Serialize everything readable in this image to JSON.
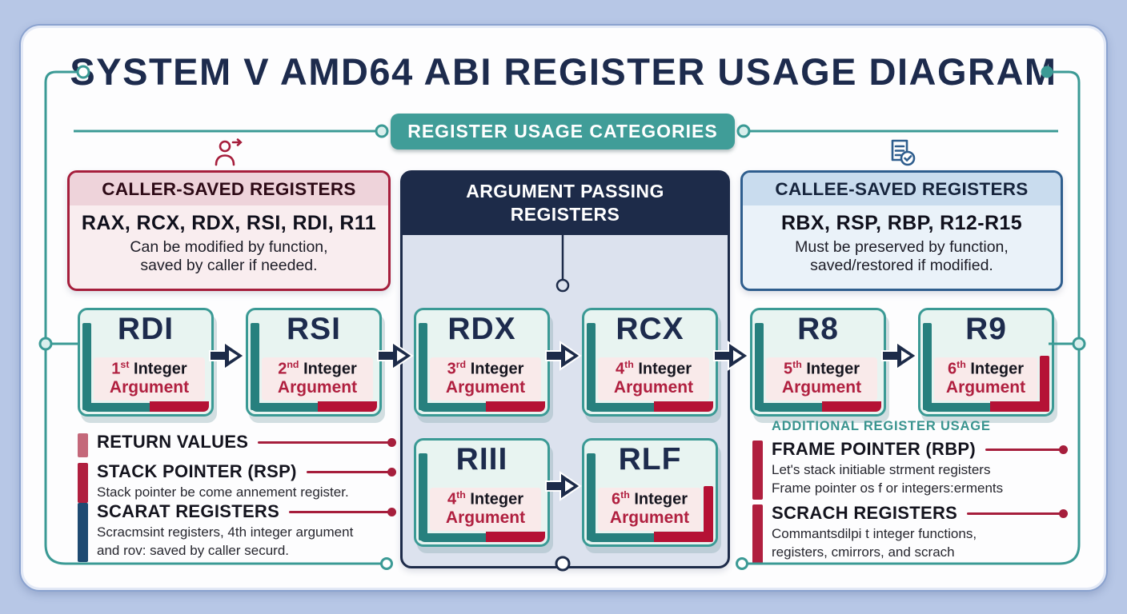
{
  "title": "SYSTEM V AMD64 ABI REGISTER USAGE DIAGRAM",
  "banner": "REGISTER USAGE CATEGORIES",
  "colors": {
    "background": "#b7c7e6",
    "teal": "#3b9a95",
    "teal_dark": "#27807e",
    "navy": "#1d2b49",
    "crimson": "#b01f3f",
    "crimson_dark": "#a61e3c",
    "rose": "#c4687a",
    "steel_blue": "#2f5e8e"
  },
  "icons": {
    "caller_icon": "person-arrow-icon",
    "callee_icon": "document-check-icon"
  },
  "boxes": {
    "caller": {
      "title": "CALLER-SAVED REGISTERS",
      "registers": "RAX, RCX, RDX, RSI, RDI, R11",
      "desc_line1": "Can be modified by function,",
      "desc_line2": "saved by caller if needed."
    },
    "argument": {
      "title_line1": "ARGUMENT PASSING",
      "title_line2": "REGISTERS"
    },
    "callee": {
      "title": "CALLEE-SAVED REGISTERS",
      "registers": "RBX, RSP, RBP, R12-R15",
      "desc_line1": "Must be preserved by function,",
      "desc_line2": "saved/restored if modified."
    }
  },
  "cards_row1": [
    {
      "name": "RDI",
      "ordinal": "1",
      "suffix": "st",
      "noun": "Integer",
      "arg": "Argument",
      "accent": "bottom"
    },
    {
      "name": "RSI",
      "ordinal": "2",
      "suffix": "nd",
      "noun": "Integer",
      "arg": "Argument",
      "accent": "bottom"
    },
    {
      "name": "RDX",
      "ordinal": "3",
      "suffix": "rd",
      "noun": "Integer",
      "arg": "Argument",
      "accent": "bottom"
    },
    {
      "name": "RCX",
      "ordinal": "4",
      "suffix": "th",
      "noun": "Integer",
      "arg": "Argument",
      "accent": "bottom"
    },
    {
      "name": "R8",
      "ordinal": "5",
      "suffix": "th",
      "noun": "Integer",
      "arg": "Argument",
      "accent": "bottom"
    },
    {
      "name": "R9",
      "ordinal": "6",
      "suffix": "th",
      "noun": "Integer",
      "arg": "Argument",
      "accent": "right"
    }
  ],
  "cards_row2": [
    {
      "name": "RIII",
      "ordinal": "4",
      "suffix": "th",
      "noun": "Integer",
      "arg": "Argument",
      "accent": "bottom"
    },
    {
      "name": "RLF",
      "ordinal": "6",
      "suffix": "th",
      "noun": "Integer",
      "arg": "Argument",
      "accent": "right"
    }
  ],
  "legend_left": {
    "items": [
      {
        "title": "RETURN VALUES",
        "bar_color": "#c4687a",
        "desc_lines": []
      },
      {
        "title": "STACK POINTER (RSP)",
        "bar_color": "#b01f3f",
        "desc_lines": [
          "Stack pointer be come annement register."
        ]
      },
      {
        "title": "SCARAT REGISTERS",
        "bar_color": "#1e4a72",
        "desc_lines": [
          "Scracmsint registers, 4th integer argument",
          "and rov: saved by caller securd."
        ]
      }
    ]
  },
  "legend_right": {
    "heading": "ADDITIONAL REGISTER USAGE",
    "items": [
      {
        "title": "FRAME POINTER (RBP)",
        "bar_color": "#b01f3f",
        "desc_lines": [
          "Let's stack initiable strment registers",
          "Frame pointer os f or integers:erments"
        ]
      },
      {
        "title": "SCRACH REGISTERS",
        "bar_color": "#b01f3f",
        "desc_lines": [
          "Commantsdilpi t integer functions,",
          "registers, cmirrors, and scrach"
        ]
      }
    ]
  }
}
